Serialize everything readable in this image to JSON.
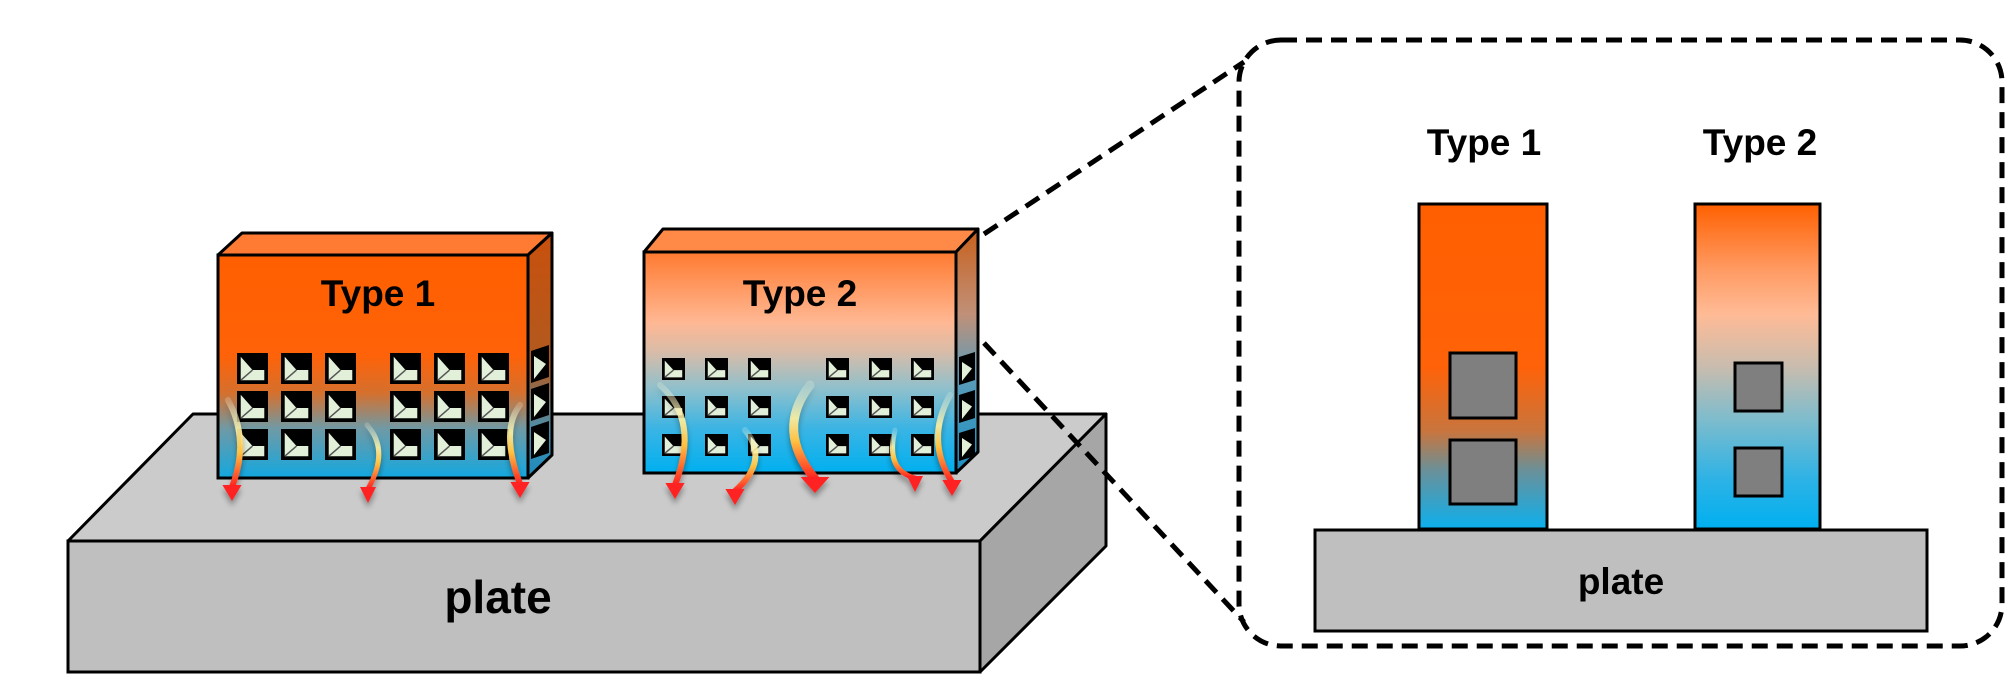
{
  "scene": {
    "plate_label": "plate",
    "buildings": [
      {
        "label": "Type 1",
        "window_columns": 6,
        "window_rows": 3,
        "gradient": "orange-to-blue-low"
      },
      {
        "label": "Type 2",
        "window_columns": 6,
        "window_rows": 3,
        "gradient": "orange-to-blue-high"
      }
    ],
    "heat_flow_count": [
      3,
      5
    ]
  },
  "detail": {
    "plate_label": "plate",
    "pillars": [
      {
        "label": "Type 1",
        "cells": 2
      },
      {
        "label": "Type 2",
        "cells": 2
      }
    ]
  },
  "colors": {
    "hot": "#ff5f00",
    "warm": "#ffb894",
    "cold": "#00b0f0",
    "plate_front": "#bfbfbf",
    "plate_top": "#cbcbcb",
    "plate_side": "#a6a6a6",
    "cell": "#7f7f7f",
    "window_glass": "#e2efd9",
    "outline": "#000000"
  }
}
